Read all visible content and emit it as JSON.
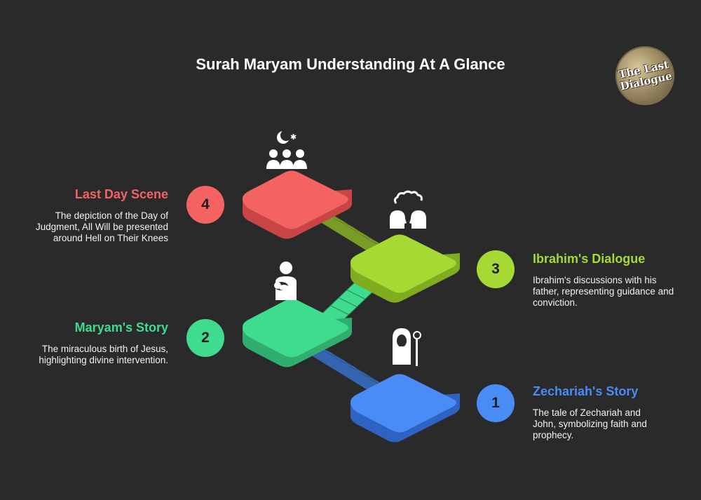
{
  "title": "Surah Maryam Understanding At A Glance",
  "logo": {
    "line1": "The Last",
    "line2": "Dialogue"
  },
  "steps": [
    {
      "number": "1",
      "heading": "Zechariah's Story",
      "text": "The tale of Zechariah and John, symbolizing faith and prophecy.",
      "color": "#4a8cf5",
      "icon": "prophet-with-staff-icon"
    },
    {
      "number": "2",
      "heading": "Maryam's Story",
      "text": "The miraculous birth of Jesus, highlighting divine intervention.",
      "color": "#3fdc8f",
      "icon": "mother-with-child-icon"
    },
    {
      "number": "3",
      "heading": "Ibrahim's Dialogue",
      "text": "Ibrahim's discussions with his father, representing guidance and conviction.",
      "color": "#a6d933",
      "icon": "two-heads-dialogue-icon"
    },
    {
      "number": "4",
      "heading": "Last Day Scene",
      "text": "The depiction of the Day of Judgment, All Will be presented around Hell on Their Knees",
      "color": "#f26361",
      "icon": "crowd-crescent-icon"
    }
  ]
}
